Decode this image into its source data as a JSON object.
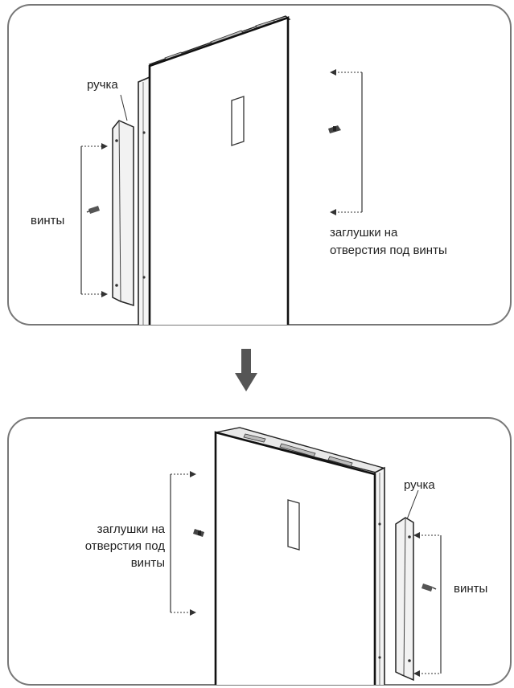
{
  "panel_top": {
    "handle_label": "ручка",
    "screws_label": "винты",
    "plugs_label_line1": "заглушки на",
    "plugs_label_line2": "отверстия под винты"
  },
  "panel_bottom": {
    "handle_label": "ручка",
    "screws_label": "винты",
    "plugs_label_line1": "заглушки на",
    "plugs_label_line2": "отверстия под",
    "plugs_label_line3": "винты"
  },
  "icons": {
    "arrow": "arrow-down-icon"
  }
}
